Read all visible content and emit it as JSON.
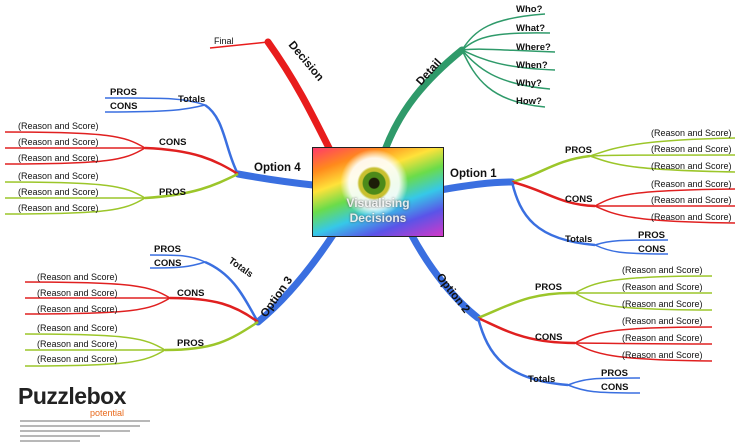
{
  "center": {
    "line1": "Visualising",
    "line2": "Decisions"
  },
  "branches": {
    "detail": {
      "label": "Detail",
      "items": [
        "Who?",
        "What?",
        "Where?",
        "When?",
        "Why?",
        "How?"
      ]
    },
    "decision": {
      "label": "Decision",
      "final": "Final"
    },
    "option1": {
      "label": "Option 1",
      "pros_label": "PROS",
      "pros": [
        "(Reason and Score)",
        "(Reason and Score)",
        "(Reason and Score)"
      ],
      "cons_label": "CONS",
      "cons": [
        "(Reason and Score)",
        "(Reason and Score)",
        "(Reason and Score)"
      ],
      "totals_label": "Totals",
      "totals": [
        "PROS",
        "CONS"
      ]
    },
    "option2": {
      "label": "Option 2",
      "pros_label": "PROS",
      "pros": [
        "(Reason and Score)",
        "(Reason and Score)",
        "(Reason and Score)"
      ],
      "cons_label": "CONS",
      "cons": [
        "(Reason and Score)",
        "(Reason and Score)",
        "(Reason and Score)"
      ],
      "totals_label": "Totals",
      "totals": [
        "PROS",
        "CONS"
      ]
    },
    "option3": {
      "label": "Option 3",
      "pros_label": "PROS",
      "pros": [
        "(Reason and Score)",
        "(Reason and Score)",
        "(Reason and Score)"
      ],
      "cons_label": "CONS",
      "cons": [
        "(Reason and Score)",
        "(Reason and Score)",
        "(Reason and Score)"
      ],
      "totals_label": "Totals",
      "totals": [
        "PROS",
        "CONS"
      ]
    },
    "option4": {
      "label": "Option 4",
      "pros_label": "PROS",
      "pros": [
        "(Reason and Score)",
        "(Reason and Score)",
        "(Reason and Score)"
      ],
      "cons_label": "CONS",
      "cons": [
        "(Reason and Score)",
        "(Reason and Score)",
        "(Reason and Score)"
      ],
      "totals_label": "Totals",
      "totals": [
        "PROS",
        "CONS"
      ]
    }
  },
  "colors": {
    "blue": "#3a6fe0",
    "green": "#9cc62a",
    "red": "#e02020",
    "teal": "#2f9a6a",
    "decision_red": "#e81c1c"
  },
  "logo": {
    "name": "Puzzlebox",
    "sub": "potential"
  }
}
